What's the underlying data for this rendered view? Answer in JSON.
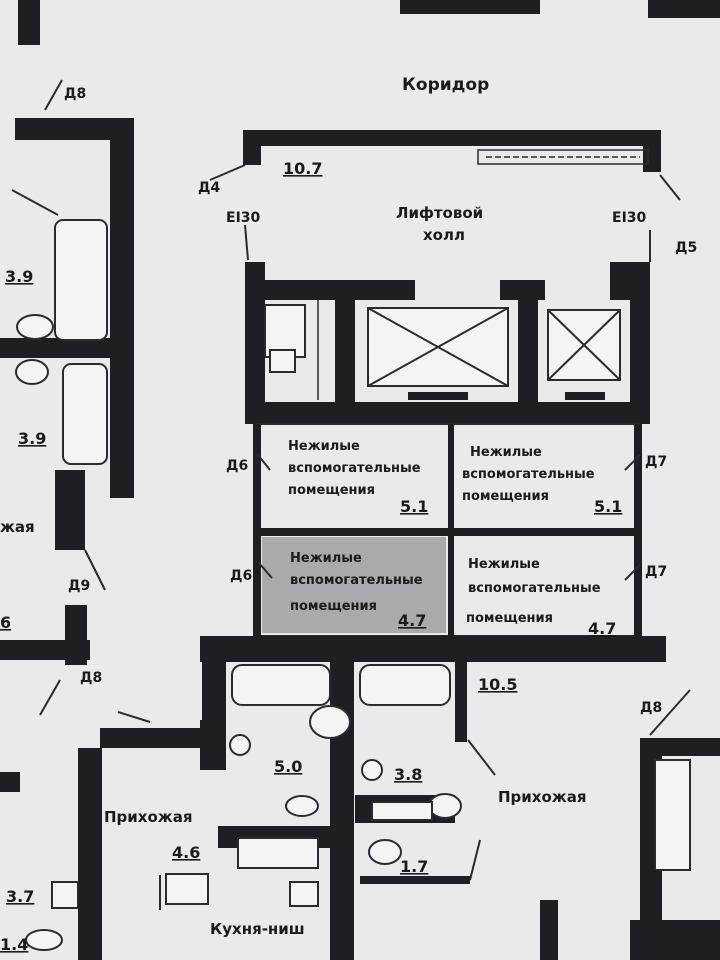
{
  "rooms": {
    "corridor": "Коридор",
    "lift_hall_line1": "Лифтовой",
    "lift_hall_line2": "холл",
    "lift_hall_area": "10.7",
    "hall_right_area": "10.5",
    "storage_line1": "Нежилые",
    "storage_line2": "вспомогательные",
    "storage_line3": "помещения",
    "storage_tl_area": "5.1",
    "storage_tr_area": "5.1",
    "storage_bl_area": "4.7",
    "storage_br_area": "4.7",
    "bath_center_area": "5.0",
    "wc_area": "3.8",
    "hall_small_area": "1.7",
    "entry_label": "Прихожая",
    "entry_left_area": "4.6",
    "kitchen": "Кухня-ниш",
    "left_bath_top_area": "3.9",
    "left_bath_bottom_area": "3.9",
    "left_small_area": "3.7",
    "left_tiny_area": "1.4",
    "left_edge_text": "жая",
    "left_edge_num": "6"
  },
  "doors": {
    "d8": "Д8",
    "d9": "Д9",
    "d4": "Д4",
    "d5": "Д5",
    "d6": "Д6",
    "d7": "Д7",
    "ei30": "EI30"
  }
}
